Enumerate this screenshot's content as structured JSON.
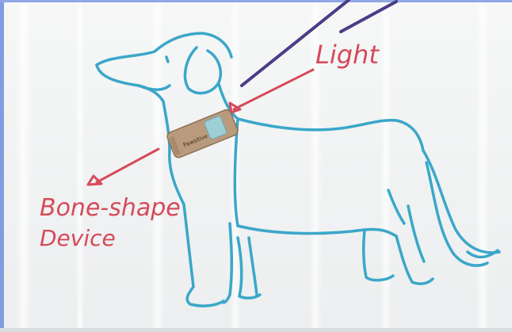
{
  "scene": {
    "labels": {
      "light": "Light",
      "bone_shape_line1": "Bone-shape",
      "bone_shape_line2": "Device",
      "device_tag": "Pawsitive"
    },
    "colors": {
      "board": "#f4f6f6",
      "frame": "#6f8fd8",
      "dog_line": "#3aa7c9",
      "annotation": "#d64a5a",
      "leash": "#4a3c86",
      "device": "#b99a7c",
      "device_window": "#9ccfd6"
    }
  }
}
